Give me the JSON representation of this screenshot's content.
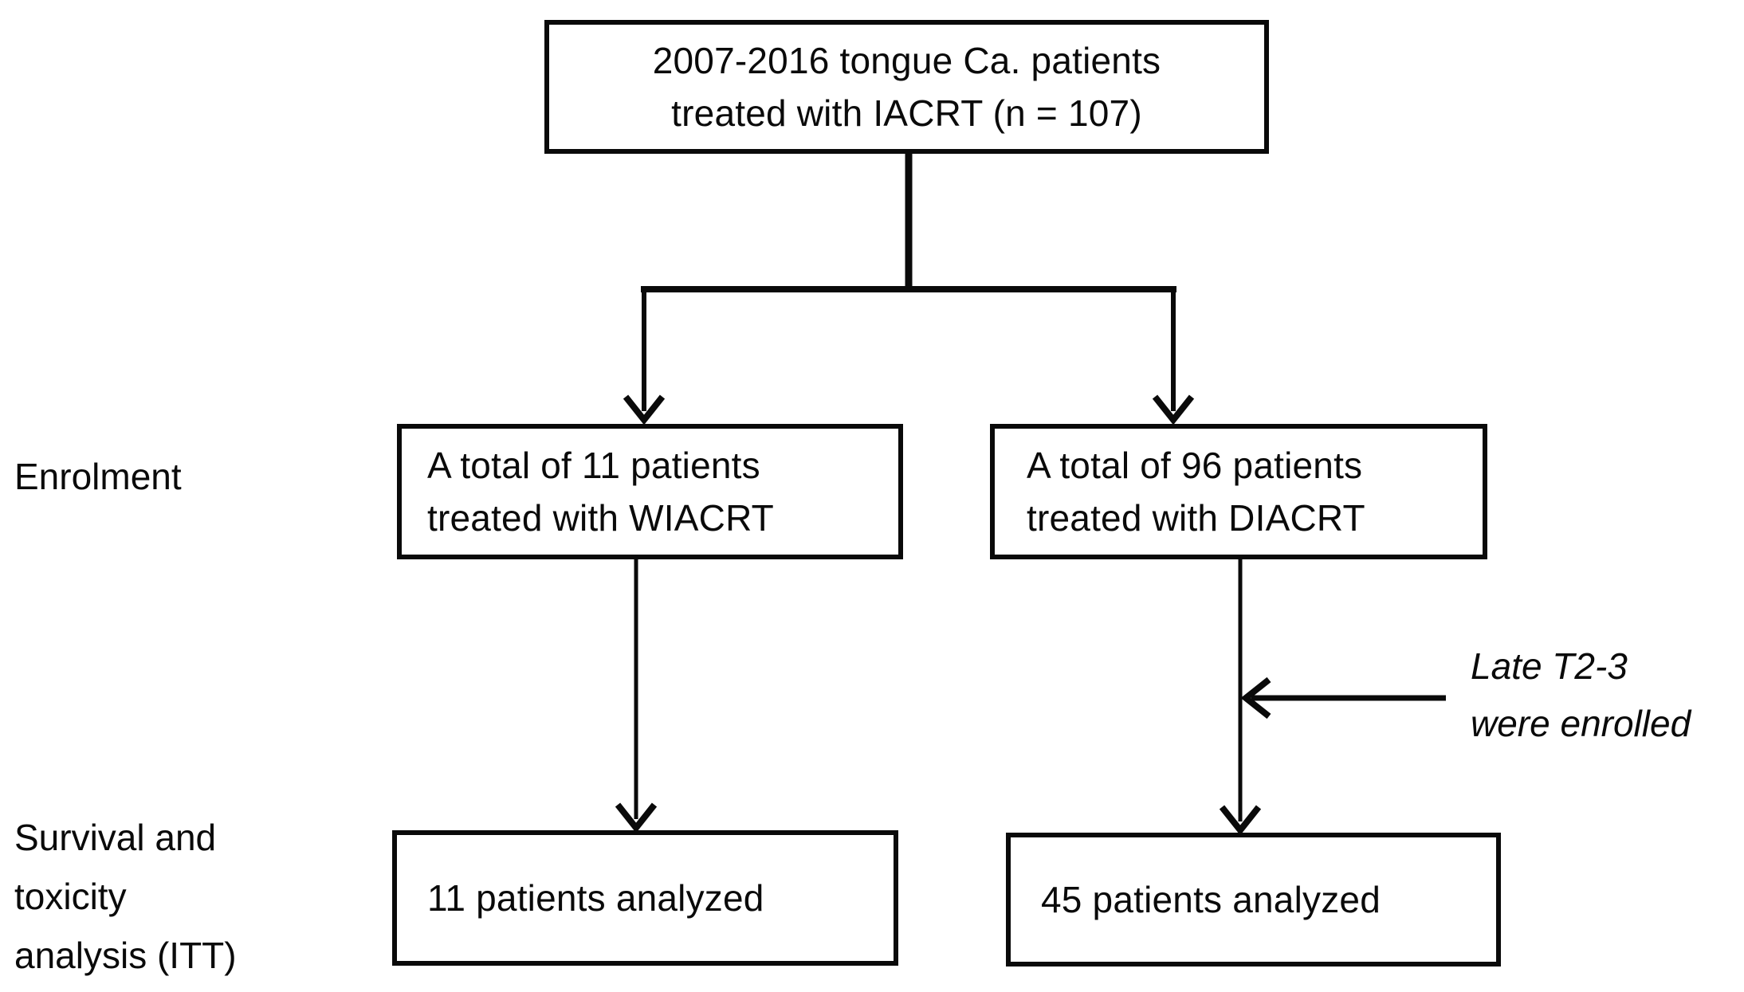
{
  "diagram": {
    "title_box": {
      "line1": "2007-2016 tongue Ca. patients",
      "line2": "treated with IACRT (n = 107)"
    },
    "enrolment_left_box": {
      "line1": "A total of 11 patients",
      "line2": "treated with WIACRT"
    },
    "enrolment_right_box": {
      "line1": "A total of 96 patients",
      "line2": "treated with DIACRT"
    },
    "analysis_left_box": {
      "text": "11 patients analyzed"
    },
    "analysis_right_box": {
      "text": "45 patients analyzed"
    },
    "stage_labels": {
      "enrolment": "Enrolment",
      "analysis_line1": "Survival and",
      "analysis_line2": "toxicity",
      "analysis_line3": "analysis (ITT)"
    },
    "annotation": {
      "line1": "Late T2-3",
      "line2": "were enrolled"
    },
    "counts": {
      "total_iacrt": 107,
      "wiacrt": 11,
      "diacrt": 96,
      "wiacrt_analyzed": 11,
      "diacrt_analyzed": 45
    },
    "colors": {
      "line": "#0a0a0a",
      "text": "#0a0a0a",
      "background": "#ffffff"
    }
  }
}
